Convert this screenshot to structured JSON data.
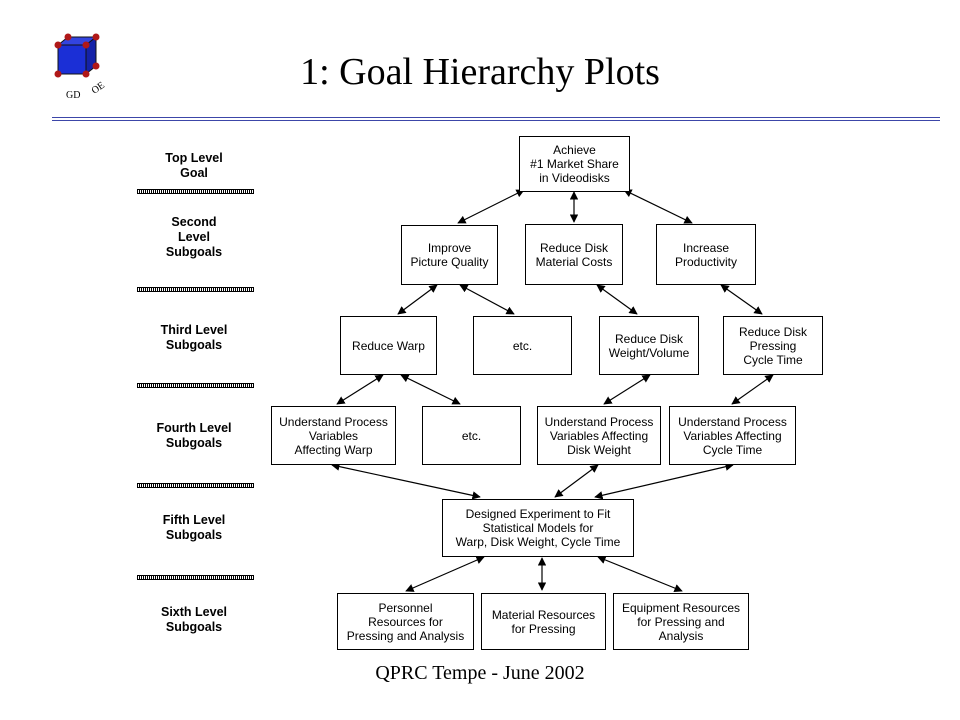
{
  "title": "1:  Goal Hierarchy Plots",
  "footer": "QPRC Tempe - June 2002",
  "logo": {
    "text_left": "GD",
    "text_right": "OE",
    "cube_color": "#1b2fd6",
    "vertex_color": "#b01818"
  },
  "colors": {
    "rule": "#3c46a8"
  },
  "levels": [
    "Top Level\nGoal",
    "Second\nLevel\nSubgoals",
    "Third Level\nSubgoals",
    "Fourth Level\nSubgoals",
    "Fifth Level\nSubgoals",
    "Sixth Level\nSubgoals"
  ],
  "nodes": {
    "achieve": "Achieve\n#1 Market Share\nin Videodisks",
    "improve": "Improve\nPicture Quality",
    "reduce_cost": "Reduce Disk\nMaterial Costs",
    "increase_prod": "Increase\nProductivity",
    "reduce_warp": "Reduce Warp",
    "etc_3": "etc.",
    "reduce_weight": "Reduce Disk\nWeight/Volume",
    "reduce_cycle": "Reduce Disk\nPressing\nCycle Time",
    "understand_warp": "Understand Process\nVariables\nAffecting Warp",
    "etc_4": "etc.",
    "understand_weight": "Understand Process\nVariables Affecting\nDisk Weight",
    "understand_cycle": "Understand Process\nVariables Affecting\nCycle Time",
    "designed_experiment": "Designed Experiment to Fit\nStatistical Models for\nWarp, Disk Weight, Cycle Time",
    "personnel": "Personnel\nResources for\nPressing and Analysis",
    "material": "Material Resources\nfor Pressing",
    "equipment": "Equipment Resources\nfor Pressing and\nAnalysis"
  }
}
